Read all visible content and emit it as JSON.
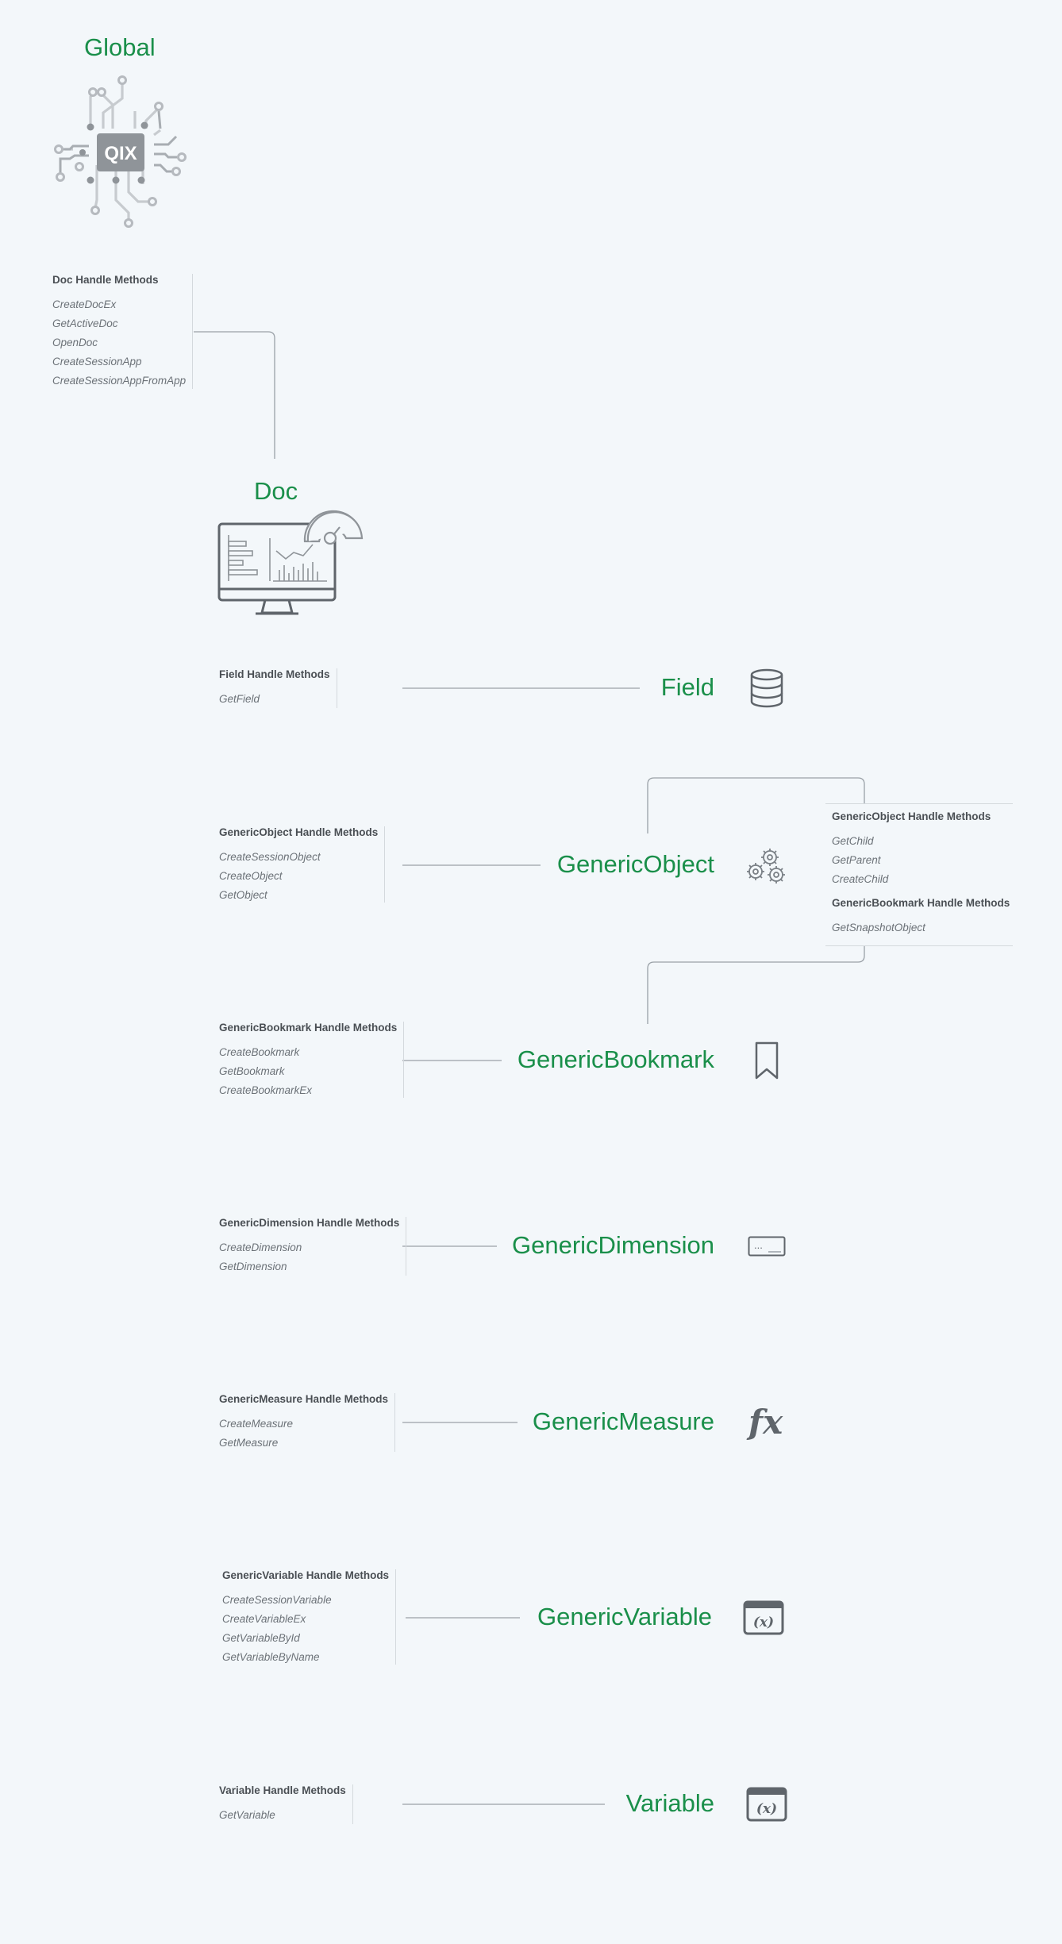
{
  "colors": {
    "accent": "#1a8f4a",
    "line": "#9aa1a7",
    "icon": "#5f656b"
  },
  "global": {
    "title": "Global",
    "chip_label": "QIX",
    "methods_header": "Doc Handle Methods",
    "methods": [
      "CreateDocEx",
      "GetActiveDoc",
      "OpenDoc",
      "CreateSessionApp",
      "CreateSessionAppFromApp"
    ]
  },
  "doc": {
    "title": "Doc"
  },
  "field": {
    "title": "Field",
    "methods_header": "Field Handle Methods",
    "methods": [
      "GetField"
    ]
  },
  "generic_object": {
    "title": "GenericObject",
    "methods_header": "GenericObject Handle Methods",
    "methods": [
      "CreateSessionObject",
      "CreateObject",
      "GetObject"
    ]
  },
  "right_box": {
    "header1": "GenericObject Handle Methods",
    "methods1": [
      "GetChild",
      "GetParent",
      "CreateChild"
    ],
    "header2": "GenericBookmark Handle Methods",
    "methods2": [
      "GetSnapshotObject"
    ]
  },
  "generic_bookmark": {
    "title": "GenericBookmark",
    "methods_header": "GenericBookmark Handle Methods",
    "methods": [
      "CreateBookmark",
      "GetBookmark",
      "CreateBookmarkEx"
    ]
  },
  "generic_dimension": {
    "title": "GenericDimension",
    "icon_text": "...",
    "methods_header": "GenericDimension Handle Methods",
    "methods": [
      "CreateDimension",
      "GetDimension"
    ]
  },
  "generic_measure": {
    "title": "GenericMeasure",
    "icon_text": "fx",
    "methods_header": "GenericMeasure Handle Methods",
    "methods": [
      "CreateMeasure",
      "GetMeasure"
    ]
  },
  "generic_variable": {
    "title": "GenericVariable",
    "icon_text": "(x)",
    "methods_header": "GenericVariable Handle Methods",
    "methods": [
      "CreateSessionVariable",
      "CreateVariableEx",
      "GetVariableById",
      "GetVariableByName"
    ]
  },
  "variable": {
    "title": "Variable",
    "icon_text": "(x)",
    "methods_header": "Variable Handle Methods",
    "methods": [
      "GetVariable"
    ]
  }
}
